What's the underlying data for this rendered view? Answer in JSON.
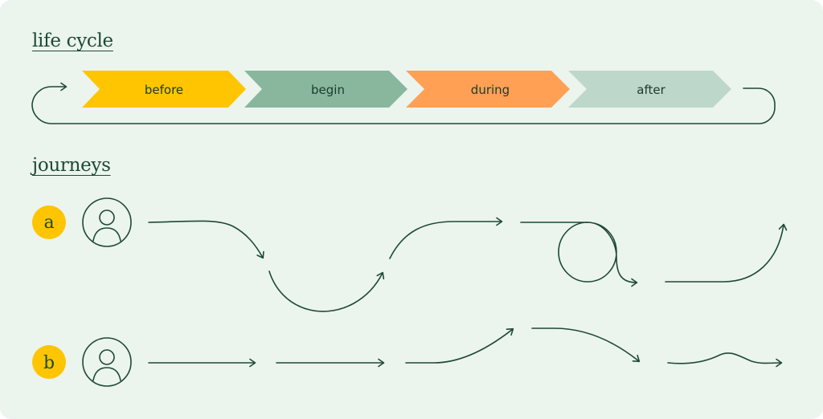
{
  "lifecycle": {
    "title": "life cycle",
    "stages": [
      {
        "label": "before",
        "color": "#ffc500"
      },
      {
        "label": "begin",
        "color": "#88b79e"
      },
      {
        "label": "during",
        "color": "#ffa055"
      },
      {
        "label": "after",
        "color": "#bdd8cb"
      }
    ]
  },
  "journeys": {
    "title": "journeys",
    "rows": [
      {
        "badge": "a",
        "badge_color": "#ffc500",
        "icon": "user-icon"
      },
      {
        "badge": "b",
        "badge_color": "#ffc500",
        "icon": "user-icon"
      }
    ]
  },
  "colors": {
    "background": "#ecf4ee",
    "ink": "#1d4a34"
  }
}
